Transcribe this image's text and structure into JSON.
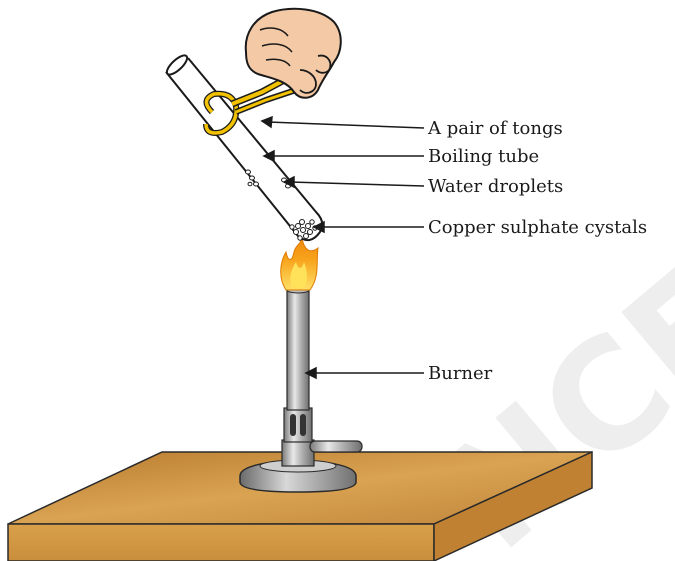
{
  "labels": {
    "tongs": "A pair of tongs",
    "tube": "Boiling tube",
    "droplets": "Water droplets",
    "crystals": "Copper sulphate cystals",
    "burner": "Burner"
  },
  "watermark": "NCE",
  "colors": {
    "table_top": "#c88a3a",
    "table_side": "#d29a45",
    "tongs": "#f2c200",
    "flame_outer": "#f6a21a",
    "flame_inner": "#ffd84a",
    "skin": "#f3c9a6",
    "metal": "#9a9a9a"
  }
}
